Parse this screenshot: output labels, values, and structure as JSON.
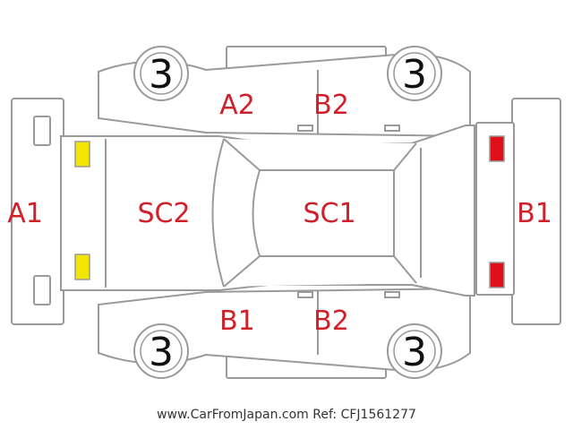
{
  "labels": {
    "a1": "A1",
    "a2": "A2",
    "b2_top": "B2",
    "sc2": "SC2",
    "sc1": "SC1",
    "b1_right": "B1",
    "b1_bottom": "B1",
    "b2_bottom": "B2"
  },
  "tires": {
    "front_left": "3",
    "rear_left": "3",
    "front_right": "3",
    "rear_right": "3"
  },
  "footer": "www.CarFromJapan.com Ref: CFJ1561277",
  "colors": {
    "label": "#d0202a",
    "headlight": "#f2e600",
    "taillight": "#e0101a",
    "outline": "#9a9a9a"
  }
}
